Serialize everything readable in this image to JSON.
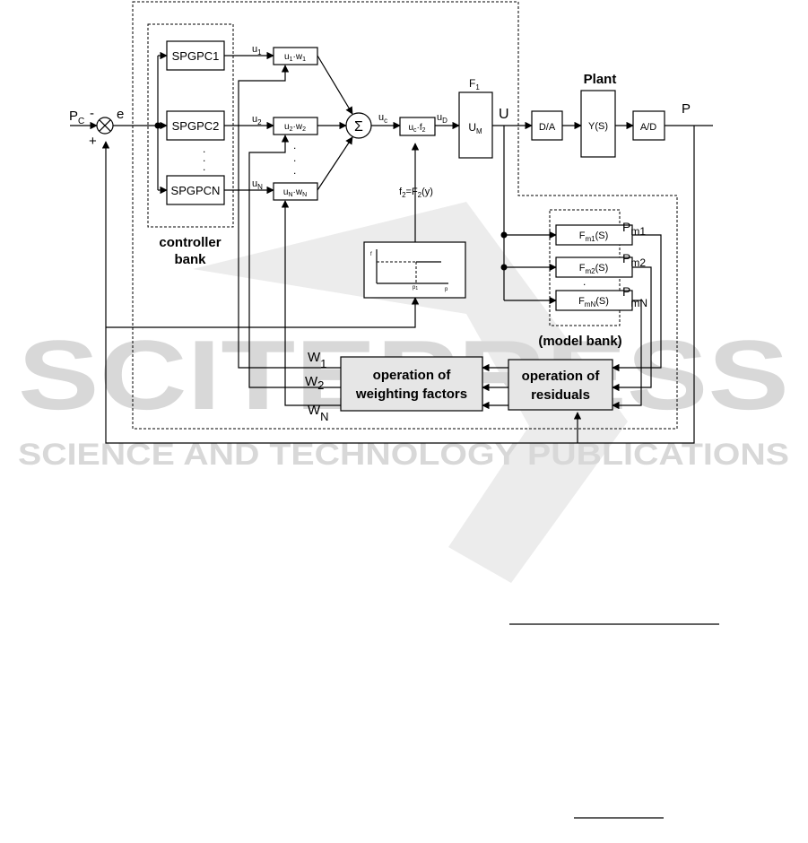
{
  "watermark": {
    "main": "SCITEPRESS",
    "sub": "SCIENCE AND TECHNOLOGY PUBLICATIONS"
  },
  "input": {
    "p": "P",
    "p_sub": "C",
    "minus": "-",
    "plus": "+",
    "error": "e"
  },
  "controllers": [
    {
      "label": "SPGPC1",
      "u": "u",
      "u_sub": "1"
    },
    {
      "label": "SPGPC2",
      "u": "u",
      "u_sub": "2"
    },
    {
      "label": "SPGPCN",
      "u": "u",
      "u_sub": "N"
    }
  ],
  "controller_bank": {
    "line1": "controller",
    "line2": "bank"
  },
  "multipliers": [
    {
      "a": "u",
      "a_sub": "1",
      "b": "·w",
      "b_sub": "1"
    },
    {
      "a": "u",
      "a_sub": "2",
      "b": "·w",
      "b_sub": "2"
    },
    {
      "a": "u",
      "a_sub": "N",
      "b": "·w",
      "b_sub": "N"
    }
  ],
  "sum_symbol": "Σ",
  "uc": {
    "u": "u",
    "sub": "c"
  },
  "uc_f2": {
    "a": "u",
    "a_sub": "c",
    "b": "·f",
    "b_sub": "2"
  },
  "ud": {
    "u": "u",
    "sub": "D"
  },
  "f1": {
    "f": "F",
    "sub": "1"
  },
  "um": {
    "u": "U",
    "sub": "M"
  },
  "u_label": "U",
  "plant": {
    "title": "Plant",
    "da": "D/A",
    "ys": "Y(S)",
    "ad": "A/D",
    "p": "P"
  },
  "f2_formula": {
    "a": "f",
    "a_sub": "2",
    "mid": "=F",
    "b_sub": "2",
    "tail": "(y)"
  },
  "f2_graph": {
    "ylabel": "f",
    "xlabel": "p",
    "tick": "p",
    "tick_sub": "1"
  },
  "models": [
    {
      "f": "F",
      "sub": "m1",
      "tail": "(S)",
      "p": "P",
      "p_sub": "m1"
    },
    {
      "f": "F",
      "sub": "m2",
      "tail": "(S)",
      "p": "P",
      "p_sub": "m2"
    },
    {
      "f": "F",
      "sub": "mN",
      "tail": "(S)",
      "p": "P",
      "p_sub": "mN"
    }
  ],
  "model_bank": "(model bank)",
  "weights": [
    {
      "w": "W",
      "sub": "1"
    },
    {
      "w": "W",
      "sub": "2"
    },
    {
      "w": "W",
      "sub": "N"
    }
  ],
  "op_weighting": {
    "line1": "operation of",
    "line2": "weighting factors"
  },
  "op_residuals": {
    "line1": "operation of",
    "line2": "residuals"
  },
  "ellipsis": "."
}
